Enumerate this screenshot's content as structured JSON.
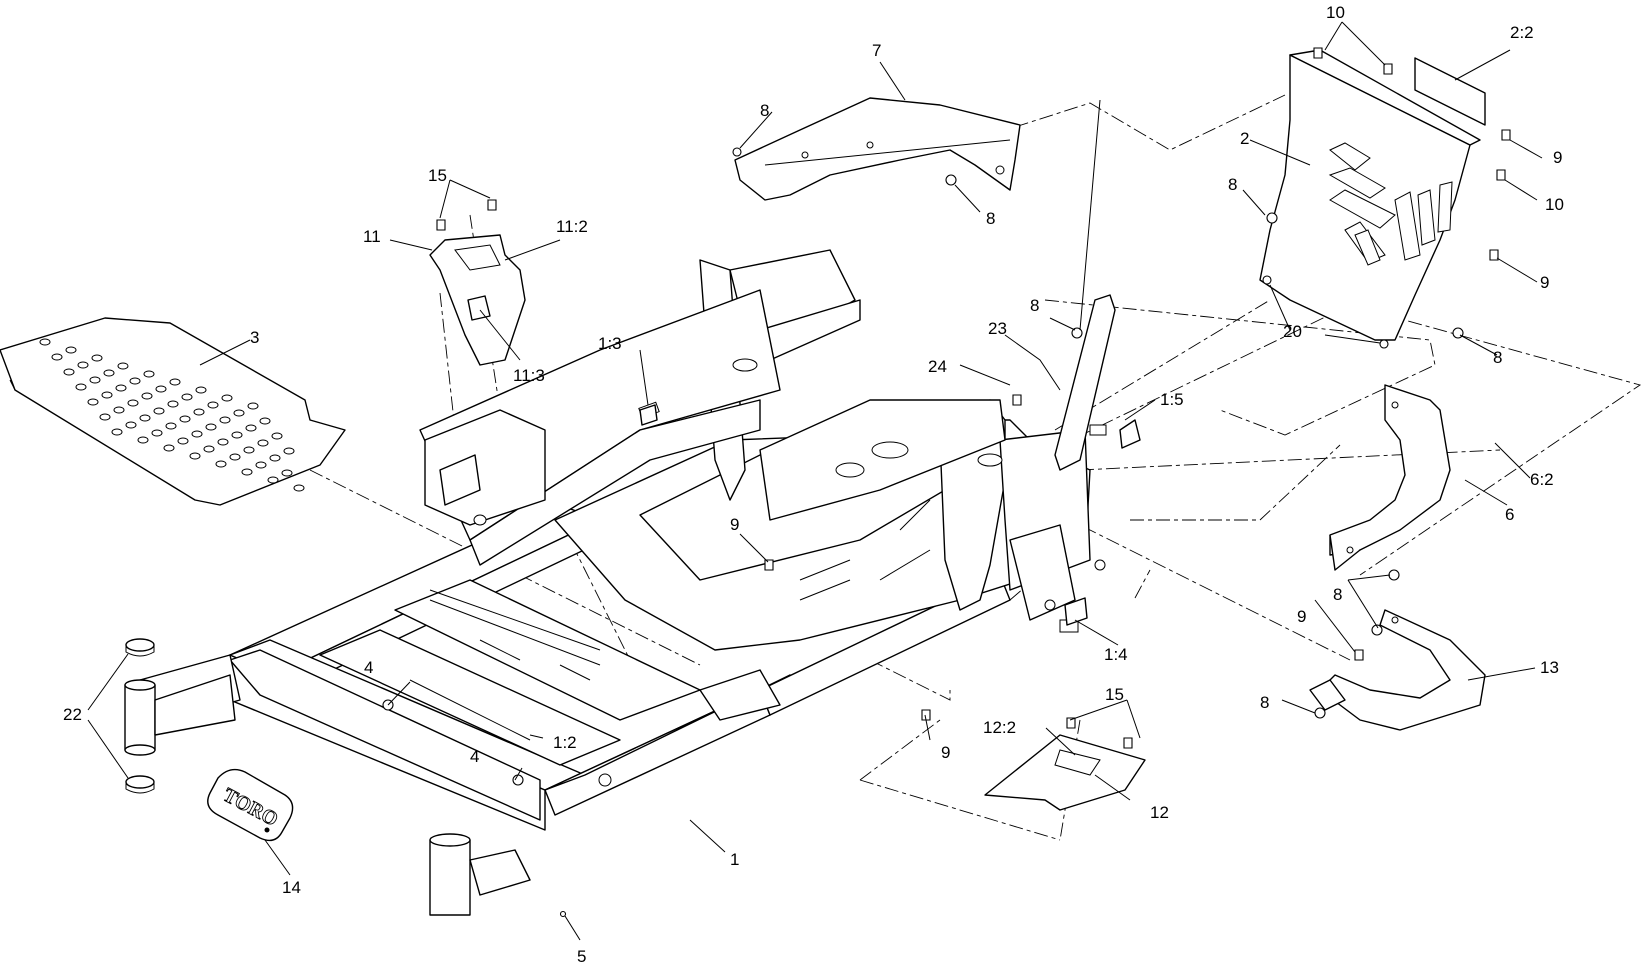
{
  "diagram": {
    "callouts": {
      "c1": "1",
      "c1_2": "1:2",
      "c1_3": "1:3",
      "c1_4": "1:4",
      "c1_5": "1:5",
      "c2": "2",
      "c2_2": "2:2",
      "c3": "3",
      "c4a": "4",
      "c4b": "4",
      "c5": "5",
      "c6": "6",
      "c6_2": "6:2",
      "c7": "7",
      "c8a": "8",
      "c8b": "8",
      "c8c": "8",
      "c8d": "8",
      "c8e": "8",
      "c8f": "8",
      "c8g": "8",
      "c9a": "9",
      "c9b": "9",
      "c9c": "9",
      "c9d": "9",
      "c9e": "9",
      "c10a": "10",
      "c10b": "10",
      "c11": "11",
      "c11_2": "11:2",
      "c11_3": "11:3",
      "c12": "12",
      "c12_2": "12:2",
      "c13": "13",
      "c14": "14",
      "c15a": "15",
      "c15b": "15",
      "c20": "20",
      "c22": "22",
      "c23": "23",
      "c24": "24"
    },
    "logo_text": "TORO"
  }
}
